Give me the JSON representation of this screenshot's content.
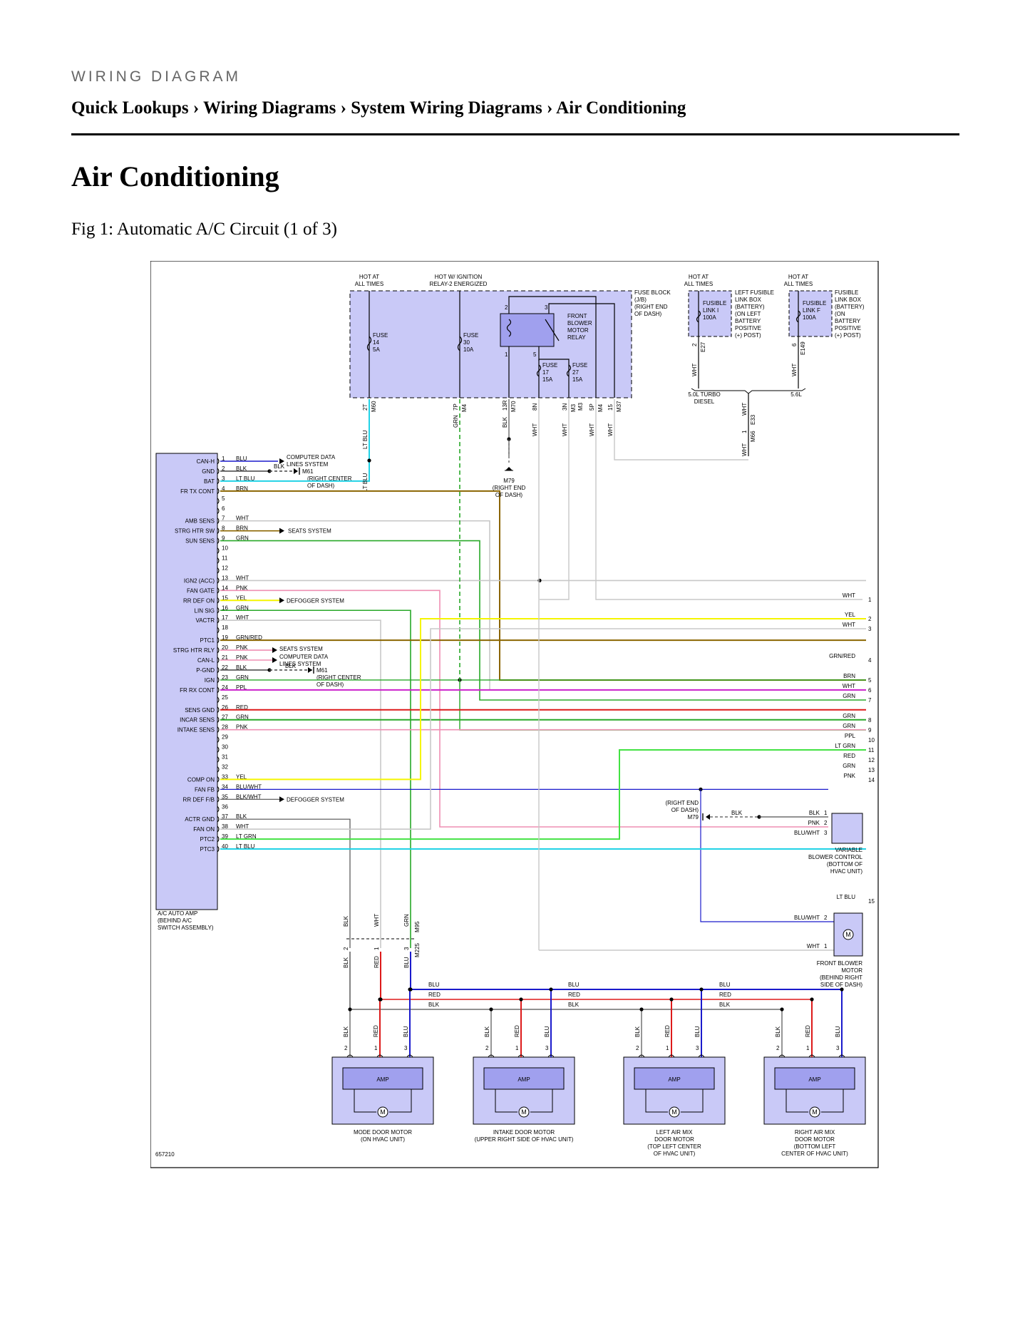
{
  "header": {
    "kicker": "WIRING DIAGRAM",
    "breadcrumb": "Quick Lookups › Wiring Diagrams › System Wiring Diagrams › Air Conditioning",
    "title": "Air Conditioning",
    "figure_caption": "Fig 1: Automatic A/C Circuit (1 of 3)"
  },
  "diagram": {
    "id": "657210",
    "top_labels": {
      "hot1": "HOT AT",
      "hot1b": "ALL TIMES",
      "hotign": "HOT W/ IGNITION",
      "hotignb": "RELAY-2 ENERGIZED",
      "hot2": "HOT AT",
      "hot2b": "ALL TIMES",
      "hot3": "HOT AT",
      "hot3b": "ALL TIMES"
    },
    "fuse_block": [
      "FUSE BLOCK",
      "(J/B)",
      "(RIGHT END",
      "OF DASH)"
    ],
    "fuses": {
      "f14": [
        "FUSE",
        "14",
        "5A"
      ],
      "f30": [
        "FUSE",
        "30",
        "10A"
      ],
      "f17": [
        "FUSE",
        "17",
        "15A"
      ],
      "f27": [
        "FUSE",
        "27",
        "15A"
      ]
    },
    "relay": [
      "FRONT",
      "BLOWER",
      "MOTOR",
      "RELAY"
    ],
    "relay_pins": [
      "2",
      "3",
      "1",
      "5"
    ],
    "link_i": [
      "FUSIBLE",
      "LINK I",
      "100A"
    ],
    "link_i_loc": [
      "LEFT FUSIBLE",
      "LINK BOX",
      "(BATTERY)",
      "(ON LEFT",
      "BATTERY",
      "POSITIVE",
      "(+) POST)"
    ],
    "link_f": [
      "FUSIBLE",
      "LINK F",
      "100A"
    ],
    "link_f_loc": [
      "FUSIBLE",
      "LINK BOX",
      "(BATTERY)",
      "(ON",
      "BATTERY",
      "POSITIVE",
      "(+) POST)"
    ],
    "engines": [
      "5.0L TURBO",
      "DIESEL",
      "5.6L"
    ],
    "jb_conn": [
      {
        "pin": "2T",
        "conn": "M60",
        "color": "LT BLU"
      },
      {
        "pin": "7P",
        "conn": "M4",
        "color": "GRN"
      },
      {
        "pin": "13R",
        "conn": "M70",
        "color": "BLK"
      },
      {
        "pin": "8N",
        "conn": "",
        "color": "WHT"
      },
      {
        "pin": "3N",
        "conn": "M3",
        "color": "WHT"
      },
      {
        "pin": "M3",
        "conn": "",
        "color": ""
      },
      {
        "pin": "5P",
        "conn": "M4",
        "color": "WHT"
      },
      {
        "pin": "15",
        "conn": "M37",
        "color": "WHT"
      }
    ],
    "link_conns": {
      "e27_pin": "2",
      "e27": "E27",
      "e149_pin": "6",
      "e149": "E149",
      "wht": "WHT",
      "e33": "E33",
      "m66": "M66",
      "pin1": "1"
    },
    "m79_top": [
      "M79",
      "(RIGHT END",
      "OF DASH)"
    ],
    "amp_label": [
      "A/C AUTO AMP",
      "(BEHIND A/C",
      "SWITCH ASSEMBLY)"
    ],
    "amp_pins": [
      {
        "n": "1",
        "name": "CAN-H",
        "wire": "BLU"
      },
      {
        "n": "2",
        "name": "GND",
        "wire": "BLK"
      },
      {
        "n": "3",
        "name": "BAT",
        "wire": "LT BLU"
      },
      {
        "n": "4",
        "name": "FR TX CONT",
        "wire": "BRN"
      },
      {
        "n": "5",
        "name": "",
        "wire": ""
      },
      {
        "n": "6",
        "name": "",
        "wire": ""
      },
      {
        "n": "7",
        "name": "AMB SENS",
        "wire": "WHT"
      },
      {
        "n": "8",
        "name": "STRG HTR SW",
        "wire": "BRN"
      },
      {
        "n": "9",
        "name": "SUN SENS",
        "wire": "GRN"
      },
      {
        "n": "10",
        "name": "",
        "wire": ""
      },
      {
        "n": "11",
        "name": "",
        "wire": ""
      },
      {
        "n": "12",
        "name": "",
        "wire": ""
      },
      {
        "n": "13",
        "name": "IGN2 (ACC)",
        "wire": "WHT"
      },
      {
        "n": "14",
        "name": "FAN GATE",
        "wire": "PNK"
      },
      {
        "n": "15",
        "name": "RR DEF ON",
        "wire": "YEL"
      },
      {
        "n": "16",
        "name": "LIN SIG",
        "wire": "GRN"
      },
      {
        "n": "17",
        "name": "VACTR",
        "wire": "WHT"
      },
      {
        "n": "18",
        "name": "",
        "wire": ""
      },
      {
        "n": "19",
        "name": "PTC1",
        "wire": "GRN/RED"
      },
      {
        "n": "20",
        "name": "STRG HTR RLY",
        "wire": "PNK"
      },
      {
        "n": "21",
        "name": "CAN-L",
        "wire": "PNK"
      },
      {
        "n": "22",
        "name": "P-GND",
        "wire": "BLK"
      },
      {
        "n": "23",
        "name": "IGN",
        "wire": "GRN"
      },
      {
        "n": "24",
        "name": "FR RX CONT",
        "wire": "PPL"
      },
      {
        "n": "25",
        "name": "",
        "wire": ""
      },
      {
        "n": "26",
        "name": "SENS GND",
        "wire": "RED"
      },
      {
        "n": "27",
        "name": "INCAR SENS",
        "wire": "GRN"
      },
      {
        "n": "28",
        "name": "INTAKE SENS",
        "wire": "PNK"
      },
      {
        "n": "29",
        "name": "",
        "wire": ""
      },
      {
        "n": "30",
        "name": "",
        "wire": ""
      },
      {
        "n": "31",
        "name": "",
        "wire": ""
      },
      {
        "n": "32",
        "name": "",
        "wire": ""
      },
      {
        "n": "33",
        "name": "COMP ON",
        "wire": "YEL"
      },
      {
        "n": "34",
        "name": "FAN FB",
        "wire": "BLU/WHT"
      },
      {
        "n": "35",
        "name": "RR DEF F/B",
        "wire": "BLK/WHT"
      },
      {
        "n": "36",
        "name": "",
        "wire": ""
      },
      {
        "n": "37",
        "name": "ACTR GND",
        "wire": "BLK"
      },
      {
        "n": "38",
        "name": "FAN ON",
        "wire": "WHT"
      },
      {
        "n": "39",
        "name": "PTC2",
        "wire": "LT GRN"
      },
      {
        "n": "40",
        "name": "PTC3",
        "wire": "LT BLU"
      }
    ],
    "refs": {
      "computer_data": [
        "COMPUTER DATA",
        "LINES SYSTEM"
      ],
      "seats": "SEATS SYSTEM",
      "defogger": "DEFOGGER SYSTEM",
      "m61": [
        "M61",
        "(RIGHT CENTER",
        "OF DASH)"
      ],
      "blk": "BLK"
    },
    "right_outputs": [
      {
        "n": "1",
        "label": "WHT"
      },
      {
        "n": "2",
        "label": "YEL"
      },
      {
        "n": "3",
        "label": "WHT"
      },
      {
        "n": "4",
        "label": "GRN/RED"
      },
      {
        "n": "5",
        "label": "BRN"
      },
      {
        "n": "6",
        "label": "WHT"
      },
      {
        "n": "7",
        "label": "GRN"
      },
      {
        "n": "8",
        "label": "GRN"
      },
      {
        "n": "9",
        "label": "GRN"
      },
      {
        "n": "10",
        "label": "PPL"
      },
      {
        "n": "11",
        "label": "LT GRN"
      },
      {
        "n": "12",
        "label": "RED"
      },
      {
        "n": "13",
        "label": "GRN"
      },
      {
        "n": "14",
        "label": "PNK"
      },
      {
        "n": "15",
        "label": "LT BLU"
      }
    ],
    "blower_control": {
      "m79": [
        "(RIGHT END",
        "OF DASH)",
        "M79"
      ],
      "pins": [
        {
          "n": "1",
          "w": "BLK"
        },
        {
          "n": "2",
          "w": "PNK"
        },
        {
          "n": "3",
          "w": "BLU/WHT"
        }
      ],
      "blk": "BLK",
      "label": [
        "VARIABLE",
        "BLOWER CONTROL",
        "(BOTTOM OF",
        "HVAC UNIT)"
      ]
    },
    "blower_motor": {
      "pins": [
        {
          "n": "2",
          "w": "BLU/WHT"
        },
        {
          "n": "1",
          "w": "WHT"
        }
      ],
      "label": [
        "FRONT BLOWER",
        "MOTOR",
        "(BEHIND RIGHT",
        "SIDE OF DASH)"
      ],
      "m": "M"
    },
    "m95": {
      "top": [
        "BLK",
        "WHT",
        "GRN"
      ],
      "pins": [
        "2",
        "1",
        "3"
      ],
      "bottom": [
        "BLK",
        "RED",
        "BLU"
      ],
      "m95": "M95",
      "m225": "M225"
    },
    "bus": [
      "BLU",
      "RED",
      "BLK"
    ],
    "door_motors": [
      {
        "label": [
          "MODE DOOR MOTOR",
          "(ON HVAC UNIT)"
        ]
      },
      {
        "label": [
          "INTAKE DOOR MOTOR",
          "(UPPER RIGHT SIDE OF HVAC UNIT)"
        ]
      },
      {
        "label": [
          "LEFT AIR MIX",
          "DOOR MOTOR",
          "(TOP LEFT CENTER",
          "OF HVAC UNIT)"
        ]
      },
      {
        "label": [
          "RIGHT AIR MIX",
          "DOOR MOTOR",
          "(BOTTOM LEFT",
          "CENTER OF HVAC UNIT)"
        ]
      }
    ],
    "motor_wires": [
      "BLK",
      "RED",
      "BLU"
    ],
    "motor_pins": [
      "2",
      "1",
      "3"
    ],
    "amp": "AMP",
    "m": "M",
    "colors": {
      "box_fill": "#c9c9f7",
      "box_dark": "#a0a0ee",
      "lt_blu": "#22d3e6",
      "grn": "#28a828",
      "lt_grn": "#43e243",
      "brn": "#8b6500",
      "yel": "#f5f500",
      "pnk": "#ef8fb3",
      "ppl": "#cc20cc",
      "red": "#dd1a1a",
      "blu": "#1a1acc",
      "wht": "#c8c8c8",
      "blk": "#505050"
    }
  }
}
